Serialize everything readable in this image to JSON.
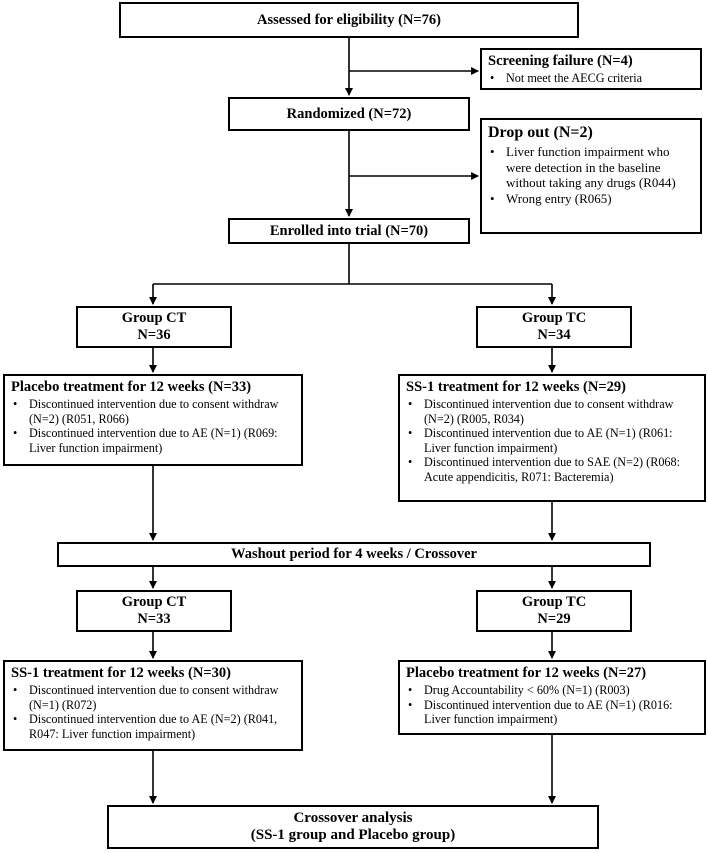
{
  "assessed": "Assessed for eligibility (N=76)",
  "screening": {
    "title": "Screening failure (N=4)",
    "items": [
      "Not meet the AECG criteria"
    ]
  },
  "randomized": "Randomized (N=72)",
  "dropout": {
    "title": "Drop out (N=2)",
    "items": [
      "Liver function impairment who were detection in the baseline without taking any drugs (R044)",
      "Wrong entry (R065)"
    ]
  },
  "enrolled": "Enrolled into trial (N=70)",
  "group_ct_1": {
    "name": "Group CT",
    "n": "N=36"
  },
  "group_tc_1": {
    "name": "Group TC",
    "n": "N=34"
  },
  "placebo_1": {
    "title": "Placebo treatment for 12 weeks (N=33)",
    "items": [
      "Discontinued intervention due to consent withdraw (N=2) (R051, R066)",
      "Discontinued intervention due to AE (N=1) (R069: Liver function impairment)"
    ]
  },
  "ss1_1": {
    "title": "SS-1 treatment for 12 weeks (N=29)",
    "items": [
      "Discontinued intervention due to consent withdraw (N=2) (R005, R034)",
      "Discontinued intervention due to AE (N=1) (R061: Liver function impairment)",
      "Discontinued intervention due to SAE (N=2) (R068: Acute appendicitis, R071: Bacteremia)"
    ]
  },
  "washout": "Washout period for 4 weeks / Crossover",
  "group_ct_2": {
    "name": "Group CT",
    "n": "N=33"
  },
  "group_tc_2": {
    "name": "Group TC",
    "n": "N=29"
  },
  "ss1_2": {
    "title": "SS-1 treatment for 12 weeks (N=30)",
    "items": [
      "Discontinued intervention due to consent withdraw (N=1) (R072)",
      "Discontinued intervention due to AE (N=2) (R041, R047: Liver function impairment)"
    ]
  },
  "placebo_2": {
    "title": "Placebo treatment for 12 weeks (N=27)",
    "items": [
      "Drug Accountability < 60% (N=1) (R003)",
      "Discontinued intervention due to AE (N=1) (R016: Liver function impairment)"
    ]
  },
  "crossover": {
    "line1": "Crossover analysis",
    "line2": "(SS-1 group and Placebo group)"
  }
}
